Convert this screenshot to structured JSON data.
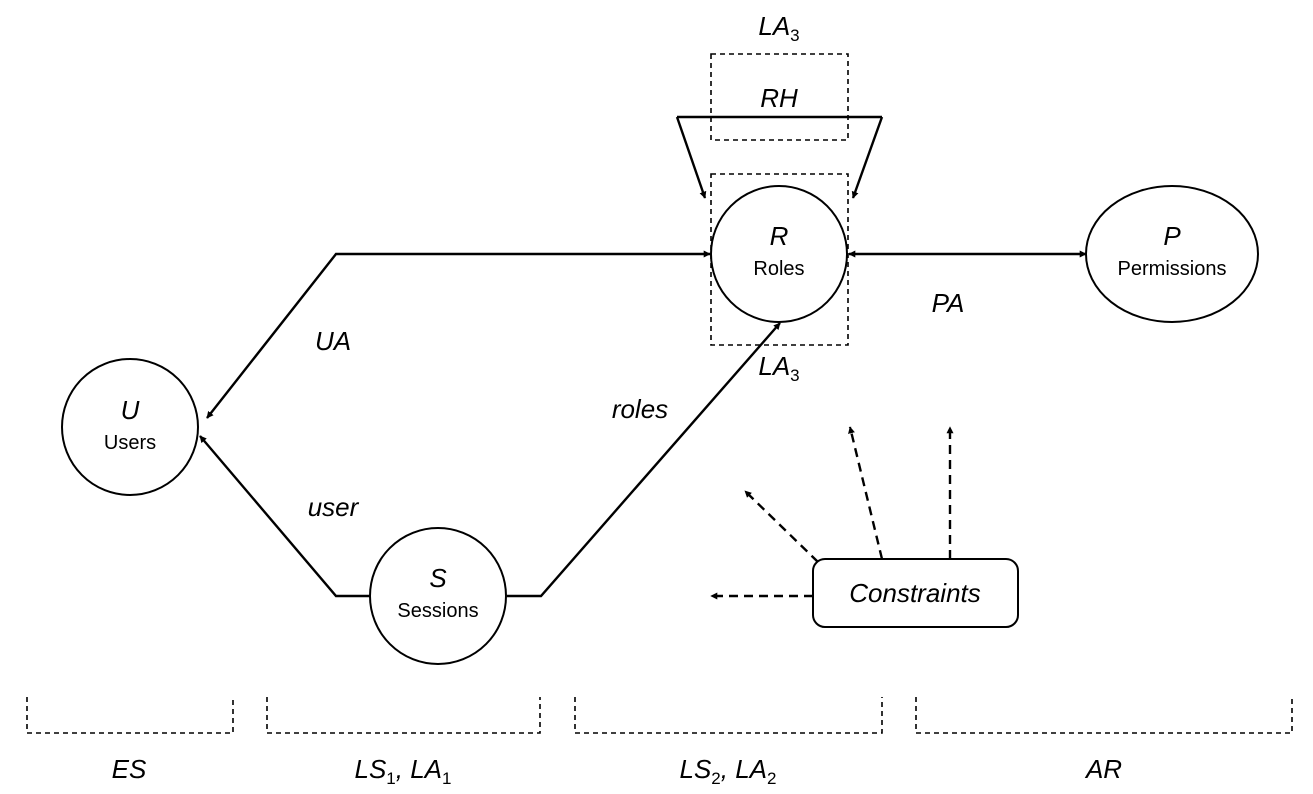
{
  "nodes": {
    "users": {
      "symbol": "U",
      "name": "Users"
    },
    "sessions": {
      "symbol": "S",
      "name": "Sessions"
    },
    "roles": {
      "symbol": "R",
      "name": "Roles"
    },
    "permissions": {
      "symbol": "P",
      "name": "Permissions"
    },
    "constraints": {
      "name": "Constraints"
    }
  },
  "edges": {
    "ua": "UA",
    "user": "user",
    "roles": "roles",
    "pa": "PA",
    "rh": "RH"
  },
  "la_boxes": {
    "top": {
      "base": "LA",
      "sub": "3"
    },
    "bottom": {
      "base": "LA",
      "sub": "3"
    }
  },
  "layers": [
    {
      "parts": [
        {
          "base": "ES",
          "sub": ""
        }
      ]
    },
    {
      "parts": [
        {
          "base": "LS",
          "sub": "1"
        },
        {
          "base": "LA",
          "sub": "1"
        }
      ]
    },
    {
      "parts": [
        {
          "base": "LS",
          "sub": "2"
        },
        {
          "base": "LA",
          "sub": "2"
        }
      ]
    },
    {
      "parts": [
        {
          "base": "AR",
          "sub": ""
        }
      ]
    }
  ]
}
